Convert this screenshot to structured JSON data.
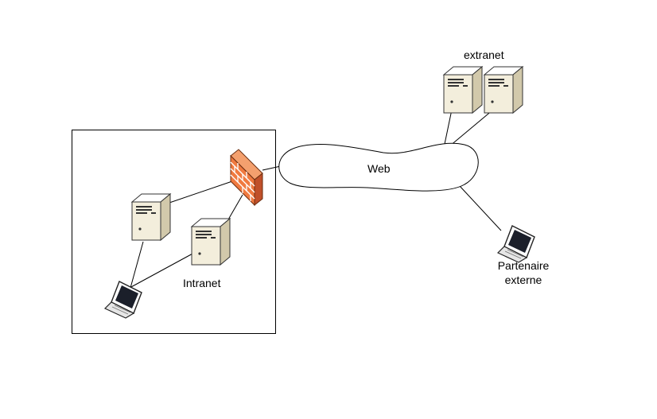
{
  "labels": {
    "web": "Web",
    "extranet": "extranet",
    "intranet": "Intranet",
    "partner_line1": "Partenaire",
    "partner_line2": "externe"
  },
  "icons": {
    "server": "server-icon",
    "firewall": "firewall-icon",
    "laptop": "laptop-icon",
    "cloud": "cloud-icon"
  },
  "colors": {
    "firewall_fill": "#f07a40",
    "firewall_dark": "#c0502a",
    "server_light": "#f2ecd8",
    "server_dark": "#cfc6a8"
  }
}
